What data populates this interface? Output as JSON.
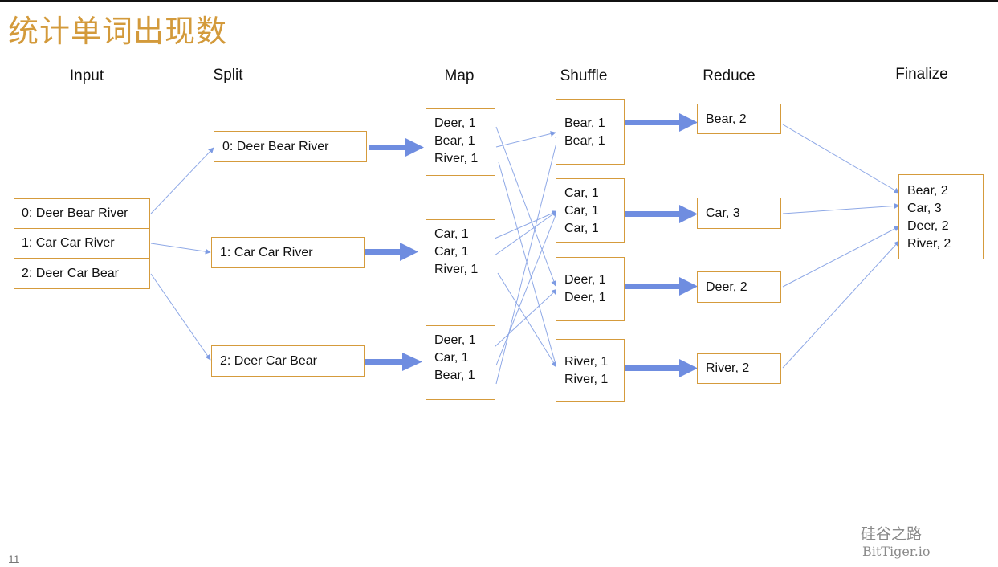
{
  "title": "统计单词出现数",
  "headers": {
    "input": "Input",
    "split": "Split",
    "map": "Map",
    "shuffle": "Shuffle",
    "reduce": "Reduce",
    "finalize": "Finalize"
  },
  "input": [
    "0: Deer Bear River",
    "1: Car Car River",
    "2: Deer Car Bear"
  ],
  "split": [
    "0: Deer Bear River",
    "1: Car Car River",
    "2: Deer Car Bear"
  ],
  "map": [
    [
      "Deer, 1",
      "Bear, 1",
      "River, 1"
    ],
    [
      "Car, 1",
      "Car, 1",
      "River, 1"
    ],
    [
      "Deer, 1",
      "Car, 1",
      "Bear, 1"
    ]
  ],
  "shuffle": [
    [
      "Bear, 1",
      "Bear, 1"
    ],
    [
      "Car, 1",
      "Car, 1",
      "Car, 1"
    ],
    [
      "Deer, 1",
      "Deer, 1"
    ],
    [
      "River, 1",
      "River, 1"
    ]
  ],
  "reduce": [
    "Bear, 2",
    "Car, 3",
    "Deer, 2",
    "River, 2"
  ],
  "finalize": [
    "Bear, 2",
    "Car, 3",
    "Deer, 2",
    "River, 2"
  ],
  "colors": {
    "title": "#D39A3B",
    "box_border": "#D59B3C",
    "thick_arrow": "#6F8DE0",
    "thin_line": "#8EA8E6"
  },
  "page_number": "11",
  "logo": {
    "cn": "硅谷之路",
    "en": "BitTiger.io"
  }
}
